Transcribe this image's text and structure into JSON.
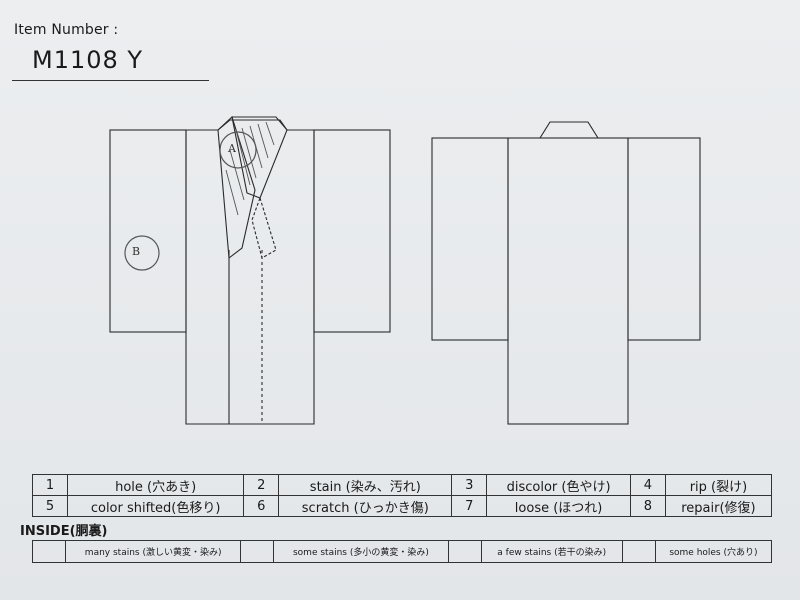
{
  "header": {
    "item_label": "Item Number :",
    "item_number": "M1108  Y"
  },
  "annotations": {
    "mark_a": "A",
    "mark_b": "B"
  },
  "legend": {
    "rows": [
      [
        {
          "num": "1",
          "label": "hole (穴あき)"
        },
        {
          "num": "2",
          "label": "stain (染み、汚れ)"
        },
        {
          "num": "3",
          "label": "discolor (色やけ)"
        },
        {
          "num": "4",
          "label": "rip (裂け)"
        }
      ],
      [
        {
          "num": "5",
          "label": "color shifted(色移り)"
        },
        {
          "num": "6",
          "label": "scratch (ひっかき傷)"
        },
        {
          "num": "7",
          "label": "loose (ほつれ)"
        },
        {
          "num": "8",
          "label": "repair(修復)"
        }
      ]
    ]
  },
  "inside": {
    "title": "INSIDE(胴裏)",
    "options": [
      "many stains (激しい黄変・染み)",
      "some stains (多小の黄変・染み)",
      "a few stains (若干の染み)",
      "some holes (穴あり)"
    ]
  }
}
